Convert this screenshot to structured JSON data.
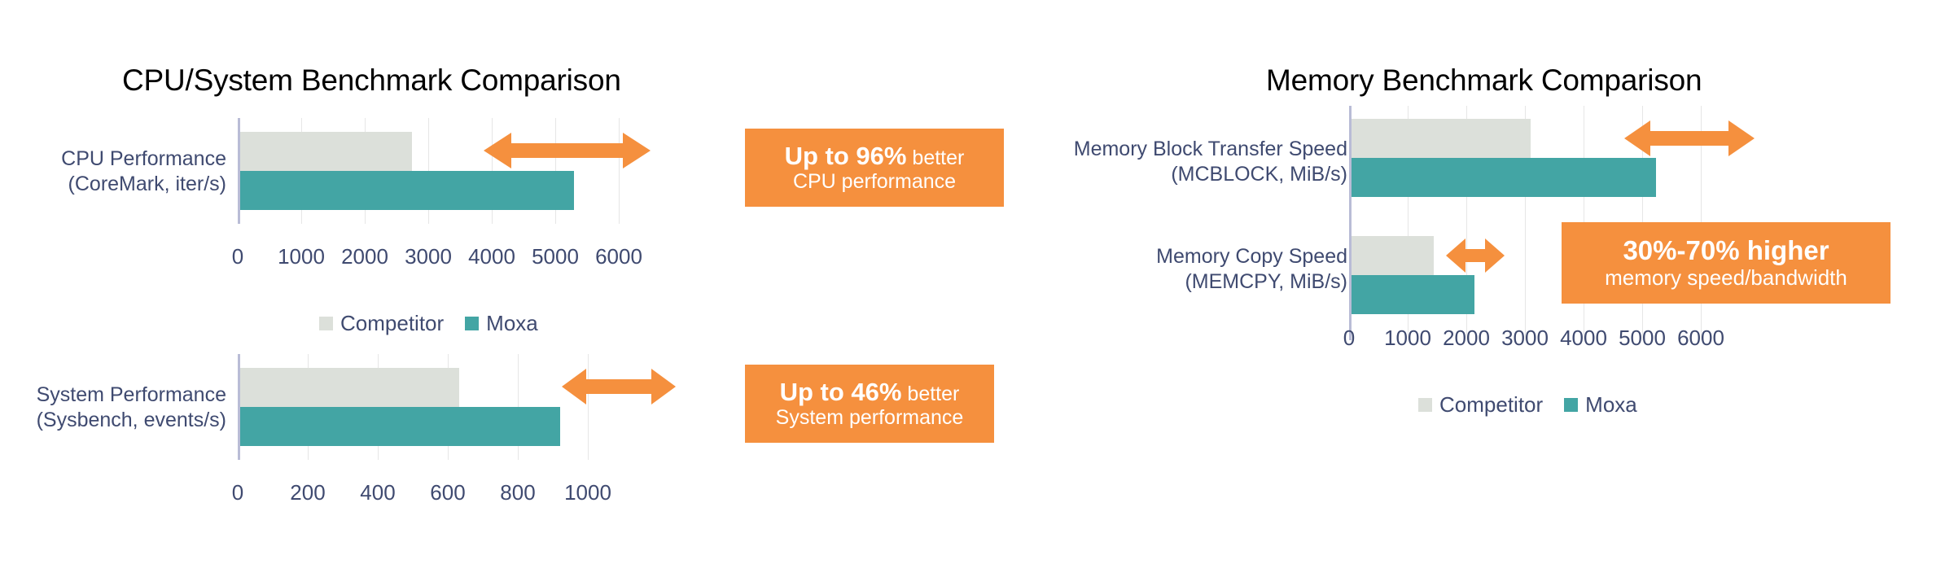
{
  "colors": {
    "moxa": "#43A5A4",
    "competitor": "#DCE0DA",
    "accent_orange": "#F5903E",
    "label_text": "#3F4A70",
    "title_text": "#000000",
    "gridline": "#E6E6E6",
    "axis": "#B9BCD6"
  },
  "legend_labels": {
    "competitor": "Competitor",
    "moxa": "Moxa"
  },
  "left_panel": {
    "title": "CPU/System Benchmark Comparison",
    "legend": {
      "competitor": "Competitor",
      "moxa": "Moxa"
    },
    "callouts": [
      {
        "big": "Up to 96%",
        "small": " better",
        "line2": "CPU performance"
      },
      {
        "big": "Up to 46%",
        "small": " better",
        "line2": "System performance"
      }
    ]
  },
  "right_panel": {
    "title": "Memory Benchmark Comparison",
    "legend": {
      "competitor": "Competitor",
      "moxa": "Moxa"
    },
    "callouts": [
      {
        "big": "30%-70% higher",
        "small": "",
        "line2": "memory speed/bandwidth"
      }
    ]
  },
  "chart_data": [
    {
      "type": "bar",
      "orientation": "horizontal",
      "title": "CPU/System Benchmark Comparison",
      "subchart": "CPU Performance",
      "categories": [
        "CPU Performance (CoreMark, iter/s)"
      ],
      "category_lines": [
        [
          "CPU Performance",
          "(CoreMark, iter/s)"
        ]
      ],
      "series": [
        {
          "name": "Competitor",
          "values": [
            2700
          ],
          "color": "#DCE0DA"
        },
        {
          "name": "Moxa",
          "values": [
            5250
          ],
          "color": "#43A5A4"
        }
      ],
      "xlabel": "",
      "ylabel": "",
      "xlim": [
        0,
        6000
      ],
      "xticks": [
        0,
        1000,
        2000,
        3000,
        4000,
        5000,
        6000
      ],
      "xticklabels": [
        "0",
        "1000",
        "2000",
        "3000",
        "4000",
        "5000",
        "6000"
      ],
      "grid": true,
      "legend_position": "bottom",
      "annotation": "Up to 96% better CPU performance"
    },
    {
      "type": "bar",
      "orientation": "horizontal",
      "title": "CPU/System Benchmark Comparison",
      "subchart": "System Performance",
      "categories": [
        "System Performance (Sysbench, events/s)"
      ],
      "category_lines": [
        [
          "System Performance",
          "(Sysbench, events/s)"
        ]
      ],
      "series": [
        {
          "name": "Competitor",
          "values": [
            625
          ],
          "color": "#DCE0DA"
        },
        {
          "name": "Moxa",
          "values": [
            915
          ],
          "color": "#43A5A4"
        }
      ],
      "xlabel": "",
      "ylabel": "",
      "xlim": [
        0,
        1000
      ],
      "xticks": [
        0,
        200,
        400,
        600,
        800,
        1000
      ],
      "xticklabels": [
        "0",
        "200",
        "400",
        "600",
        "800",
        "1000"
      ],
      "grid": true,
      "legend_position": "none",
      "annotation": "Up to 46% better System performance"
    },
    {
      "type": "bar",
      "orientation": "horizontal",
      "title": "Memory Benchmark Comparison",
      "subchart": "Memory",
      "categories": [
        "Memory Block Transfer Speed (MCBLOCK,  MiB/s)",
        "Memory Copy Speed (MEMCPY, MiB/s)"
      ],
      "category_lines": [
        [
          "Memory Block Transfer Speed",
          "(MCBLOCK,  MiB/s)"
        ],
        [
          "Memory Copy Speed",
          "(MEMCPY, MiB/s)"
        ]
      ],
      "series": [
        {
          "name": "Competitor",
          "values": [
            3050,
            1400
          ],
          "color": "#DCE0DA"
        },
        {
          "name": "Moxa",
          "values": [
            5200,
            2100
          ],
          "color": "#43A5A4"
        }
      ],
      "xlabel": "",
      "ylabel": "",
      "xlim": [
        0,
        6000
      ],
      "xticks": [
        0,
        1000,
        2000,
        3000,
        4000,
        5000,
        6000
      ],
      "xticklabels": [
        "0",
        "1000",
        "2000",
        "3000",
        "4000",
        "5000",
        "6000"
      ],
      "grid": true,
      "legend_position": "bottom",
      "annotation": "30%-70% higher memory speed/bandwidth"
    }
  ]
}
